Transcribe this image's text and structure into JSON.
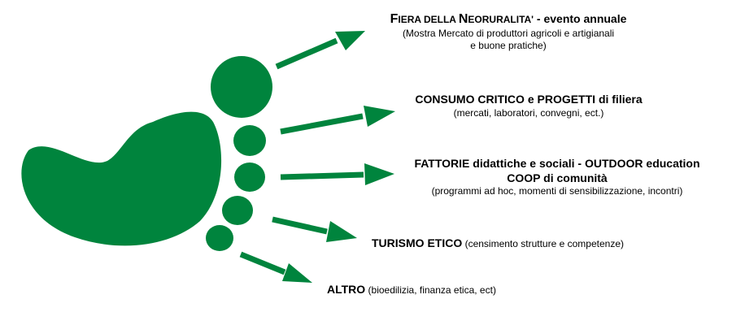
{
  "colors": {
    "foot": "#00843D",
    "arrow": "#00843D",
    "text": "#000000"
  },
  "items": [
    {
      "title_a": "F",
      "title_b": "IERA DELLA ",
      "title_c": "N",
      "title_d": "EORURALITA'",
      "title_rest": " - evento annuale",
      "sub1": "(Mostra Mercato di produttori agricoli e artigianali",
      "sub2": "e buone pratiche)"
    },
    {
      "title": "CONSUMO CRITICO e PROGETTI di filiera",
      "sub1": "(mercati, laboratori, convegni, ect.)"
    },
    {
      "title1": "FATTORIE didattiche e sociali - OUTDOOR education",
      "title2": "COOP di comunità",
      "sub1": "(programmi ad hoc, momenti di sensibilizzazione, incontri)"
    },
    {
      "title": "TURISMO ETICO",
      "sub1": " (censimento strutture e competenze)"
    },
    {
      "title": "ALTRO",
      "sub1": " (bioedilizia, finanza etica, ect)"
    }
  ]
}
